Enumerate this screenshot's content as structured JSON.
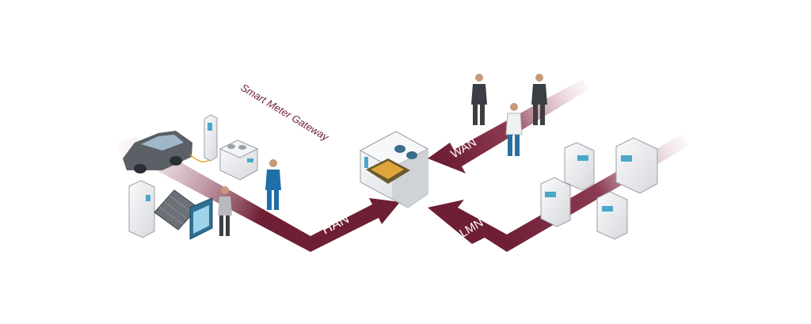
{
  "title": "Smart Meter Gateway",
  "arrows": {
    "han": {
      "label": "HAN"
    },
    "wan": {
      "label": "WAN"
    },
    "lmn": {
      "label": "LMN"
    }
  },
  "colors": {
    "arrow_dark": "#6e1f34",
    "arrow_mid": "#8c3a52",
    "arrow_fade": "#e8c9d2",
    "title": "#6e1f34",
    "device_light": "#f2f3f5",
    "device_shade": "#c9ccd1",
    "screen": "#4aa7c9",
    "suit": "#3b3f44",
    "overall": "#1f6fa8"
  },
  "icons": {
    "gateway": "smart-meter-gateway-icon",
    "car": "electric-car-icon",
    "charger": "charging-station-icon",
    "heatpump": "heat-pump-icon",
    "fridge": "appliance-icon",
    "solar": "solar-panel-icon",
    "display": "home-display-icon",
    "meter": "electricity-meter-icon",
    "gasmeter": "gas-meter-icon",
    "person": "person-icon"
  }
}
